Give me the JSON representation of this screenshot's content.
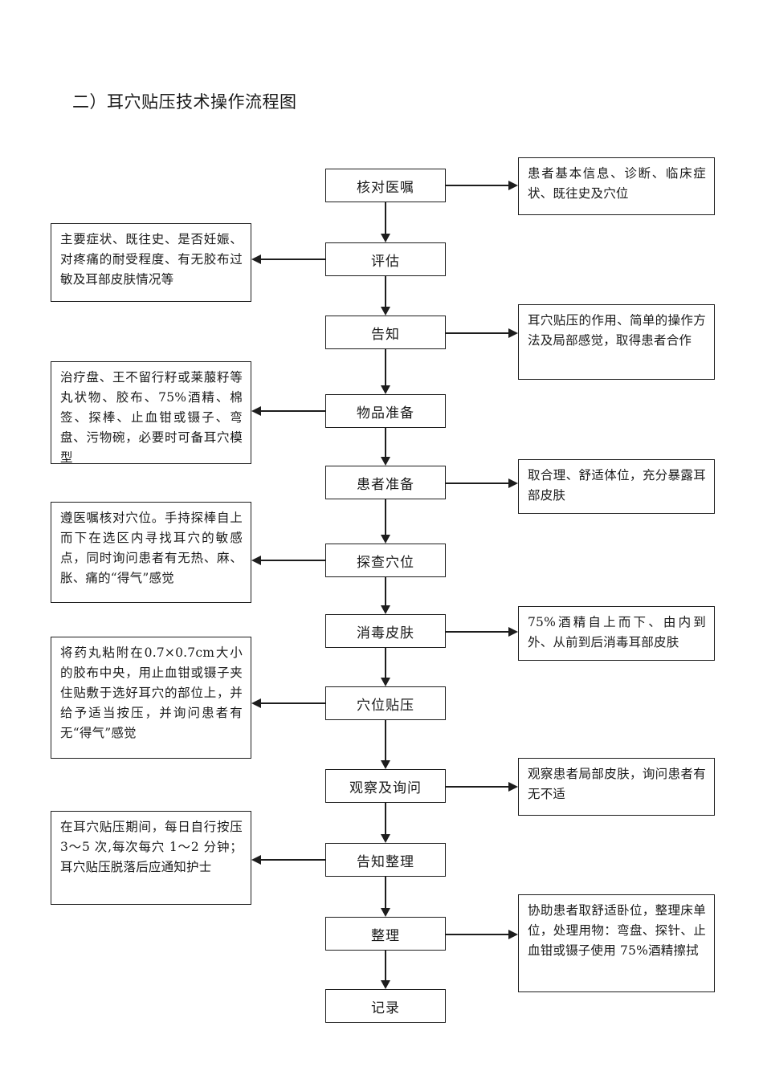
{
  "document": {
    "title": "二）耳穴贴压技术操作流程图"
  },
  "flow": {
    "steps": [
      {
        "id": "verify-order",
        "label": "核对医嘱"
      },
      {
        "id": "assess",
        "label": "评估"
      },
      {
        "id": "inform",
        "label": "告知"
      },
      {
        "id": "prepare-items",
        "label": "物品准备"
      },
      {
        "id": "prepare-patient",
        "label": "患者准备"
      },
      {
        "id": "probe-acupoint",
        "label": "探查穴位"
      },
      {
        "id": "disinfect-skin",
        "label": "消毒皮肤"
      },
      {
        "id": "apply-pressure",
        "label": "穴位贴压"
      },
      {
        "id": "observe-inquire",
        "label": "观察及询问"
      },
      {
        "id": "inform-tidy",
        "label": "告知整理"
      },
      {
        "id": "tidy-up",
        "label": "整理"
      },
      {
        "id": "record",
        "label": "记录"
      }
    ],
    "right_notes": [
      {
        "id": "note-verify-order",
        "for": "核对医嘱",
        "text": "患者基本信息、诊断、临床症状、既往史及穴位"
      },
      {
        "id": "note-inform",
        "for": "告知",
        "text": "耳穴贴压的作用、简单的操作方法及局部感觉，取得患者合作"
      },
      {
        "id": "note-prepare-patient",
        "for": "患者准备",
        "text": "取合理、舒适体位，充分暴露耳部皮肤"
      },
      {
        "id": "note-disinfect-skin",
        "for": "消毒皮肤",
        "text": "75%酒精自上而下、由内到外、从前到后消毒耳部皮肤"
      },
      {
        "id": "note-observe-inquire",
        "for": "观察及询问",
        "text": "观察患者局部皮肤，询问患者有无不适"
      },
      {
        "id": "note-tidy-up",
        "for": "整理",
        "text": "协助患者取舒适卧位，整理床单位，处理用物：弯盘、探针、止血钳或镊子使用 75%酒精擦拭"
      }
    ],
    "left_notes": [
      {
        "id": "note-assess",
        "for": "评估",
        "text": "主要症状、既往史、是否妊娠、对疼痛的耐受程度、有无胶布过敏及耳部皮肤情况等"
      },
      {
        "id": "note-prepare-items",
        "for": "物品准备",
        "text": "治疗盘、王不留行籽或莱菔籽等丸状物、胶布、75%酒精、棉签、探棒、止血钳或镊子、弯盘、污物碗，必要时可备耳穴模型"
      },
      {
        "id": "note-probe-acupoint",
        "for": "探查穴位",
        "text": "遵医嘱核对穴位。手持探棒自上而下在选区内寻找耳穴的敏感点，同时询问患者有无热、麻、胀、痛的“得气”感觉"
      },
      {
        "id": "note-apply-pressure",
        "for": "穴位贴压",
        "text": "将药丸粘附在0.7×0.7cm大小的胶布中央，用止血钳或镊子夹住贴敷于选好耳穴的部位上，并给予适当按压，并询问患者有无“得气”感觉"
      },
      {
        "id": "note-inform-tidy",
        "for": "告知整理",
        "text": "在耳穴贴压期间，每日自行按压 3～5 次,每次每穴 1～2 分钟；耳穴贴压脱落后应通知护士"
      }
    ]
  },
  "colors": {
    "line": "#1d1d1d",
    "text": "#1a1a1a",
    "background": "#ffffff"
  }
}
